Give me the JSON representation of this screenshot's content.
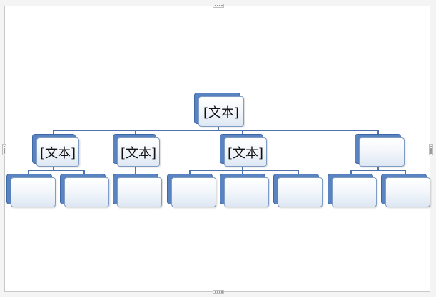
{
  "org_chart": {
    "root": {
      "label": "[文本]"
    },
    "level2": [
      {
        "label": "[文本]"
      },
      {
        "label": "[文本]"
      },
      {
        "label": "[文本]"
      },
      {
        "label": ""
      }
    ],
    "level3": [
      {
        "label": ""
      },
      {
        "label": ""
      },
      {
        "label": ""
      },
      {
        "label": ""
      },
      {
        "label": ""
      },
      {
        "label": ""
      },
      {
        "label": ""
      },
      {
        "label": ""
      }
    ]
  },
  "colors": {
    "node_back": "#5a84c1",
    "node_border": "#7f9cc4",
    "connector": "#4f74ad"
  }
}
